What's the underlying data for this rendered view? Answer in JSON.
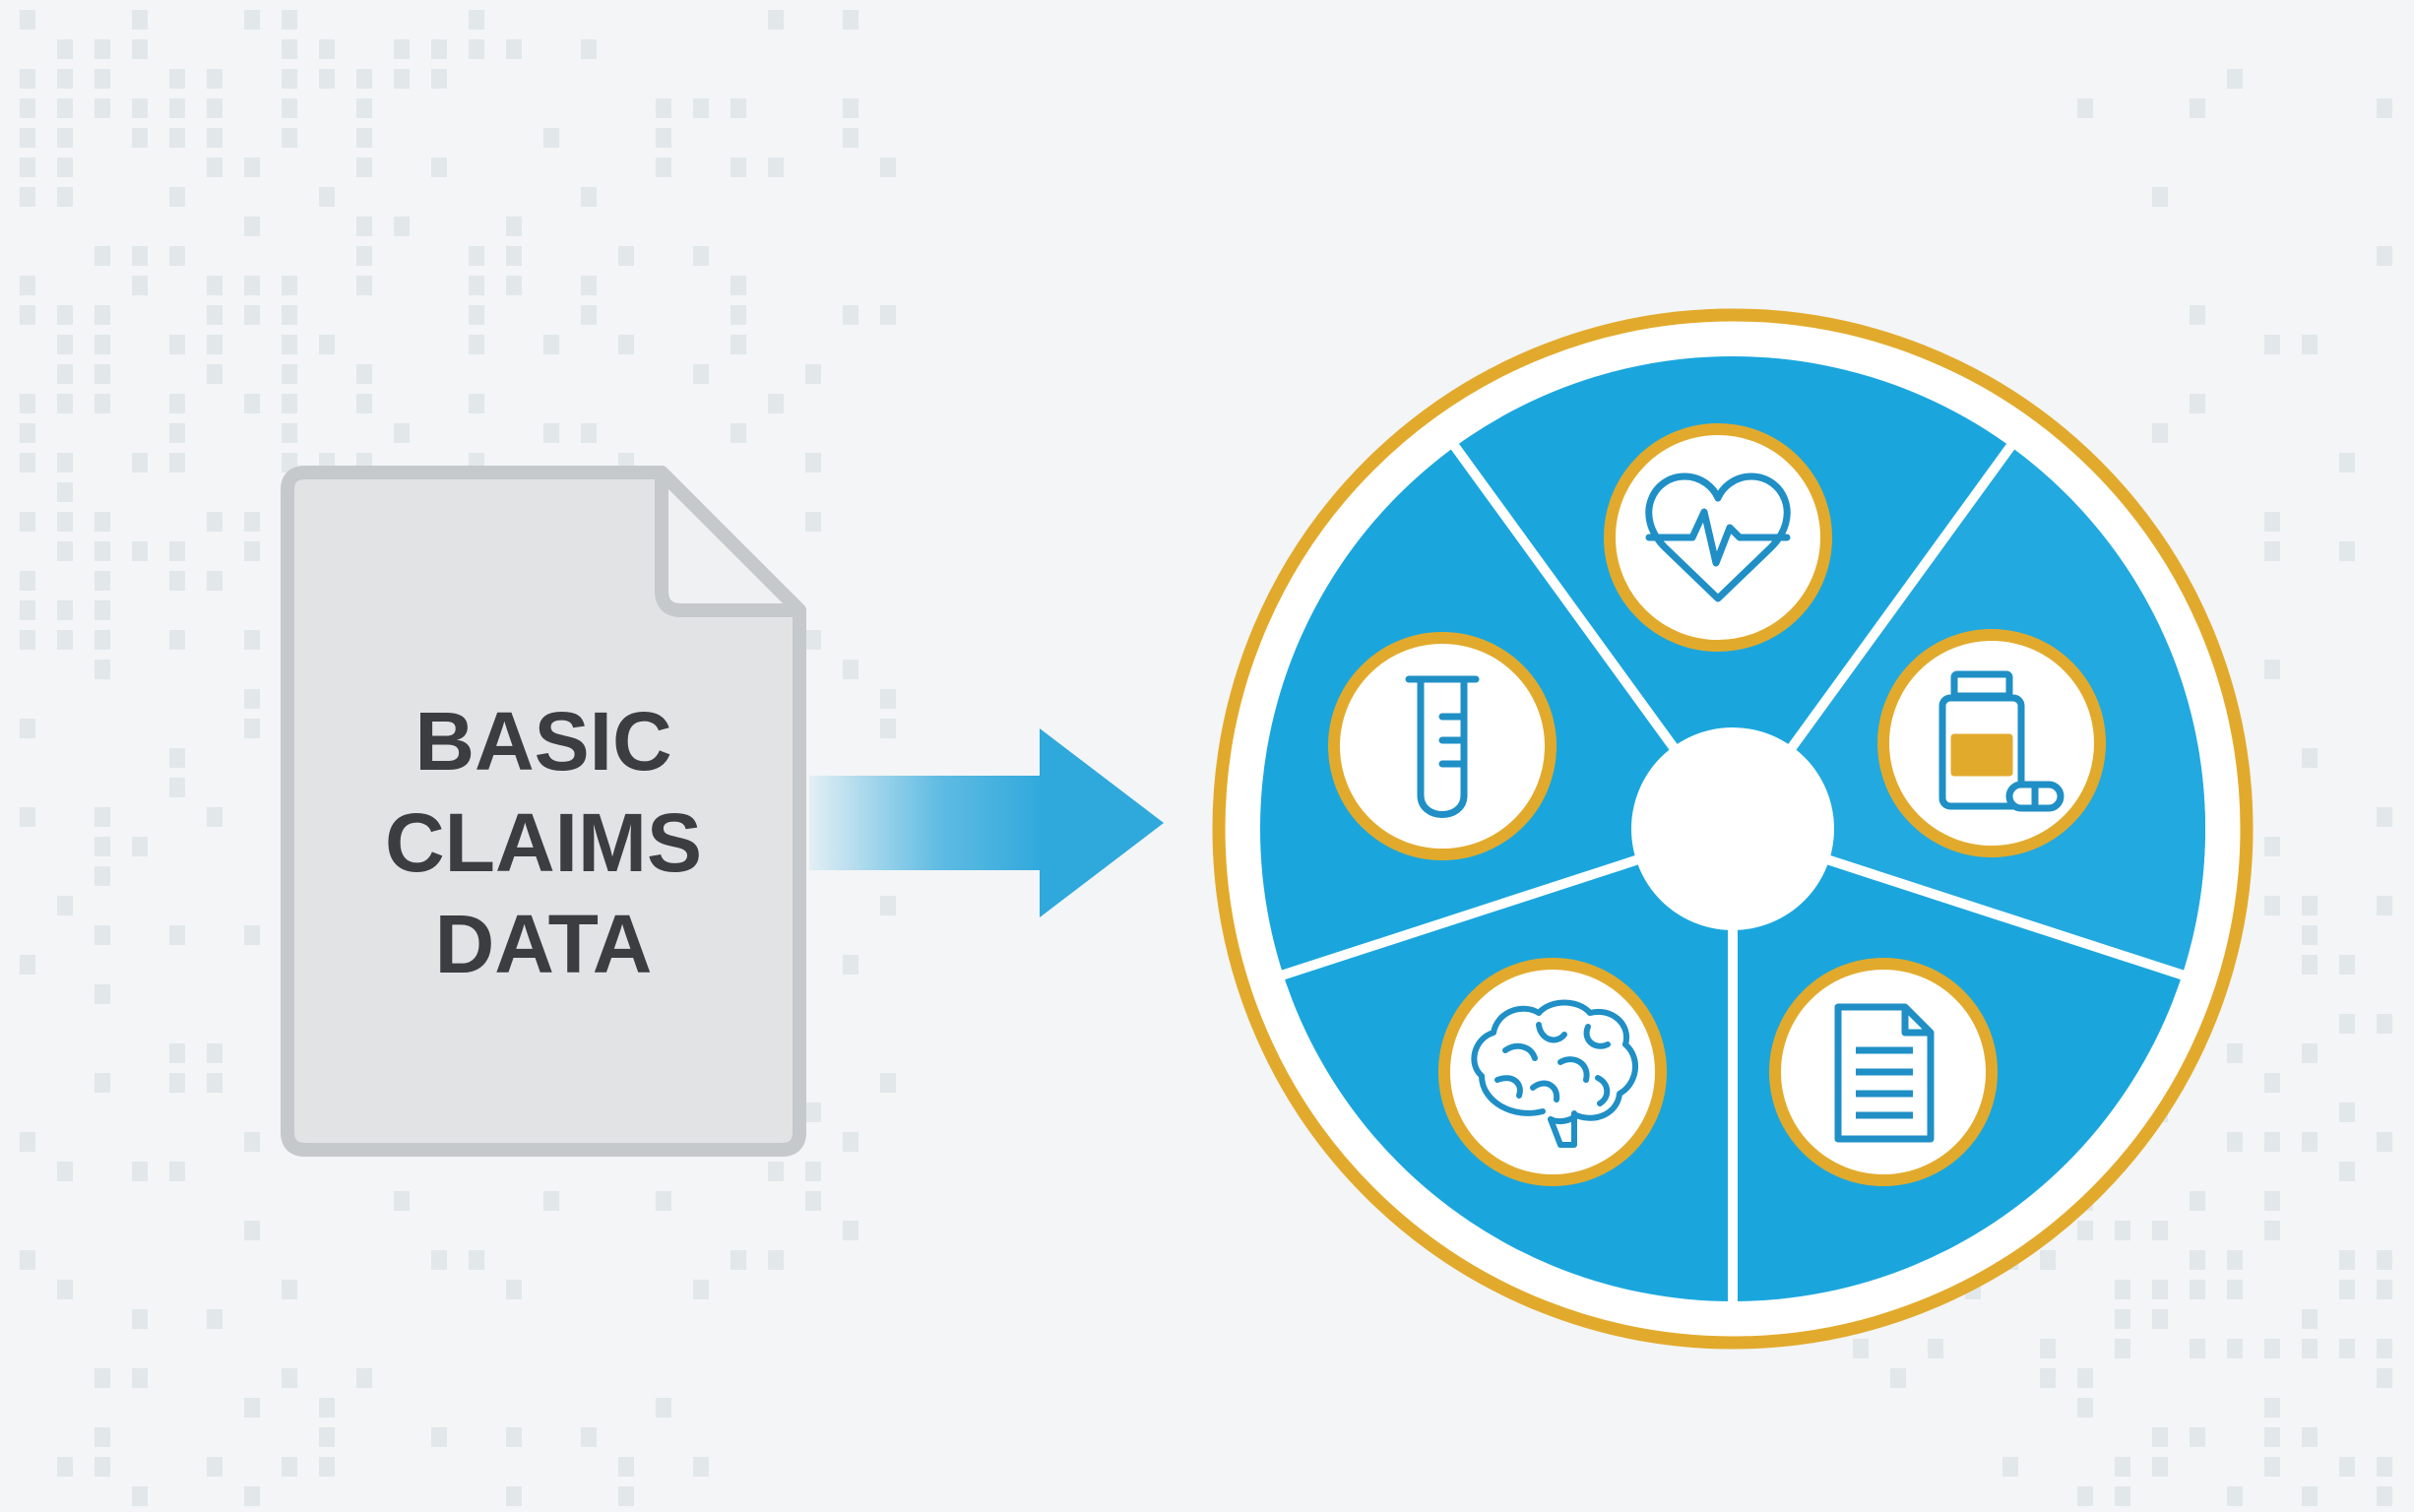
{
  "document": {
    "lines": [
      "BASIC",
      "CLAIMS",
      "DATA"
    ]
  },
  "wheel": {
    "segments": [
      {
        "icon": "heart-pulse-icon"
      },
      {
        "icon": "medicine-bottle-icon"
      },
      {
        "icon": "document-icon"
      },
      {
        "icon": "brain-icon"
      },
      {
        "icon": "test-tube-icon"
      }
    ]
  },
  "colors": {
    "background": "#f3f5f6",
    "pattern": "#e2e7ea",
    "doc_fill": "#e1e3e5",
    "doc_stroke": "#c5c9cc",
    "doc_text": "#3b3d40",
    "arrow": "#2fa8dc",
    "wheel_blue": "#1aa6dd",
    "wheel_blue_alt": "#22a9df",
    "ring_gold": "#e2aa2c",
    "icon_line": "#1f8fc6",
    "white": "#ffffff"
  }
}
